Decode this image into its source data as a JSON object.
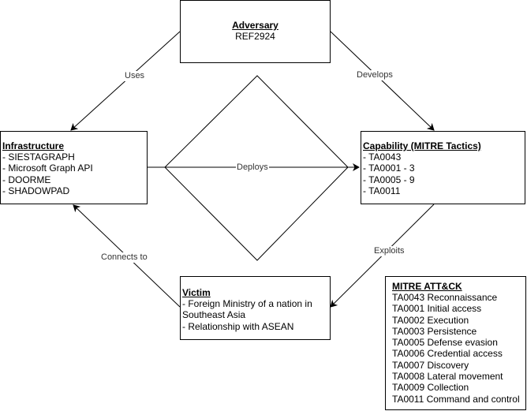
{
  "adversary": {
    "title": "Adversary",
    "lines": [
      "REF2924"
    ]
  },
  "infrastructure": {
    "title": "Infrastructure",
    "lines": [
      "- SIESTAGRAPH",
      "- Microsoft Graph API",
      "- DOORME",
      "- SHADOWPAD"
    ]
  },
  "capability": {
    "title": "Capability (MITRE Tactics)",
    "lines": [
      "- TA0043",
      "- TA0001 - 3",
      "- TA0005 - 9",
      "- TA0011"
    ]
  },
  "victim": {
    "title": "Victim",
    "lines": [
      "- Foreign Ministry of a nation in Southeast Asia",
      "- Relationship with ASEAN"
    ]
  },
  "edges": {
    "uses": "Uses",
    "develops": "Develops",
    "deploys": "Deploys",
    "exploits": "Exploits",
    "connects_to": "Connects to"
  },
  "mitre": {
    "title": "MITRE ATT&CK",
    "lines": [
      "TA0043 Reconnaissance",
      "TA0001 Initial access",
      "TA0002 Execution",
      "TA0003 Persistence",
      "TA0005 Defense evasion",
      "TA0006 Credential access",
      "TA0007 Discovery",
      "TA0008 Lateral movement",
      "TA0009 Collection",
      "TA0011 Command and control"
    ]
  }
}
